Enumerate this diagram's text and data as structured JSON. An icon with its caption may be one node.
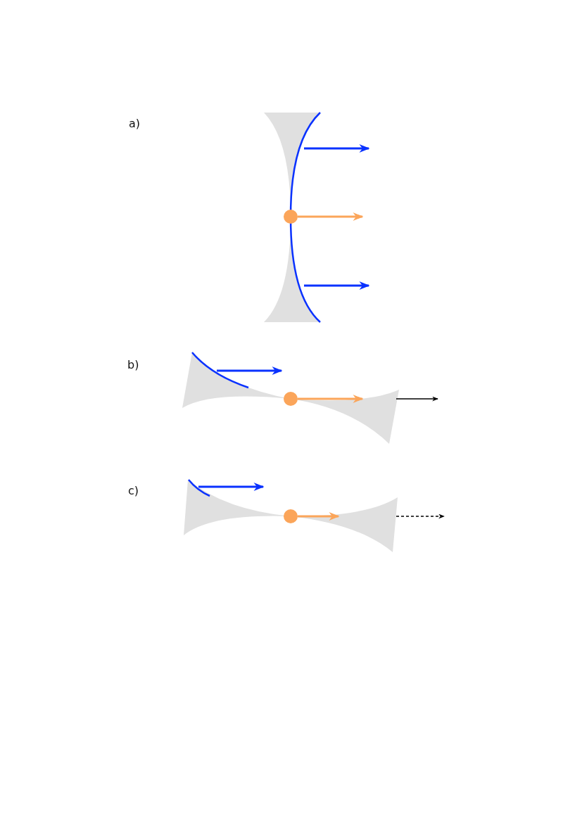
{
  "diagram": {
    "labels": [
      "a)",
      "b)",
      "c)"
    ]
  }
}
